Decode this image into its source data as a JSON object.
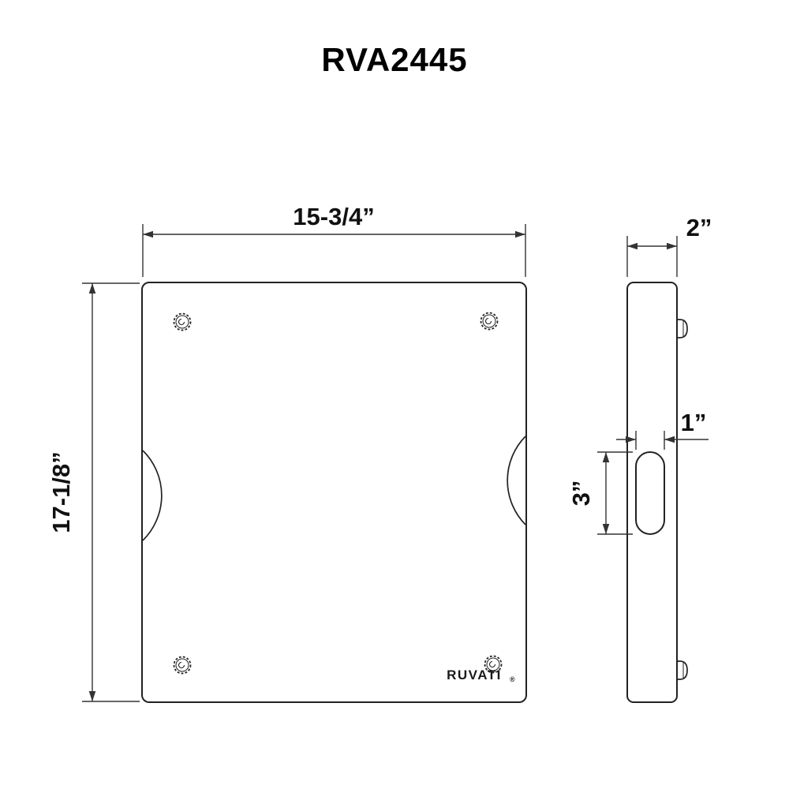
{
  "title": "RVA2445",
  "front_view": {
    "width_dim": "15-3/4”",
    "height_dim": "17-1/8”",
    "logo_text": "RUVATI",
    "logo_reg": "®"
  },
  "side_view": {
    "depth_dim": "2”",
    "slot_width_dim": "1”",
    "slot_height_dim": "3”"
  },
  "colors": {
    "background": "#ffffff",
    "line": "#222222",
    "dimension_line": "#333333",
    "text": "#111111"
  }
}
